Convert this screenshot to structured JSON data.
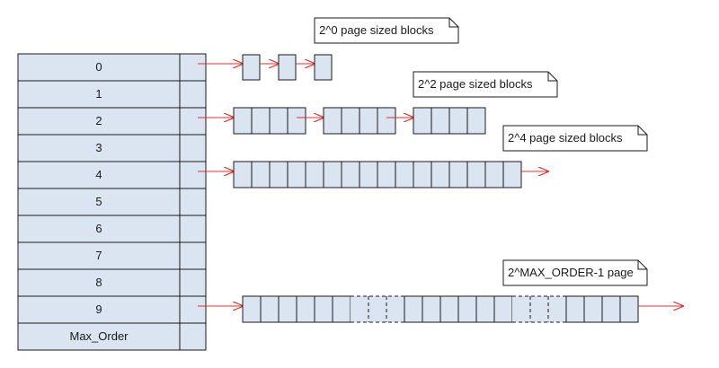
{
  "diagram": {
    "rows": [
      {
        "label": "0"
      },
      {
        "label": "1"
      },
      {
        "label": "2"
      },
      {
        "label": "3"
      },
      {
        "label": "4"
      },
      {
        "label": "5"
      },
      {
        "label": "6"
      },
      {
        "label": "7"
      },
      {
        "label": "8"
      },
      {
        "label": "9"
      },
      {
        "label": "Max_Order"
      }
    ],
    "notes": [
      {
        "text": "2^0 page sized blocks"
      },
      {
        "text": "2^2 page sized blocks"
      },
      {
        "text": "2^4 page sized blocks"
      },
      {
        "text": "2^MAX_ORDER-1 page"
      }
    ],
    "colors": {
      "cell_fill": "#dbe5f1",
      "cell_stroke": "#1a1a1a",
      "arrow": "#e03030",
      "note_fill": "#ffffff"
    }
  }
}
